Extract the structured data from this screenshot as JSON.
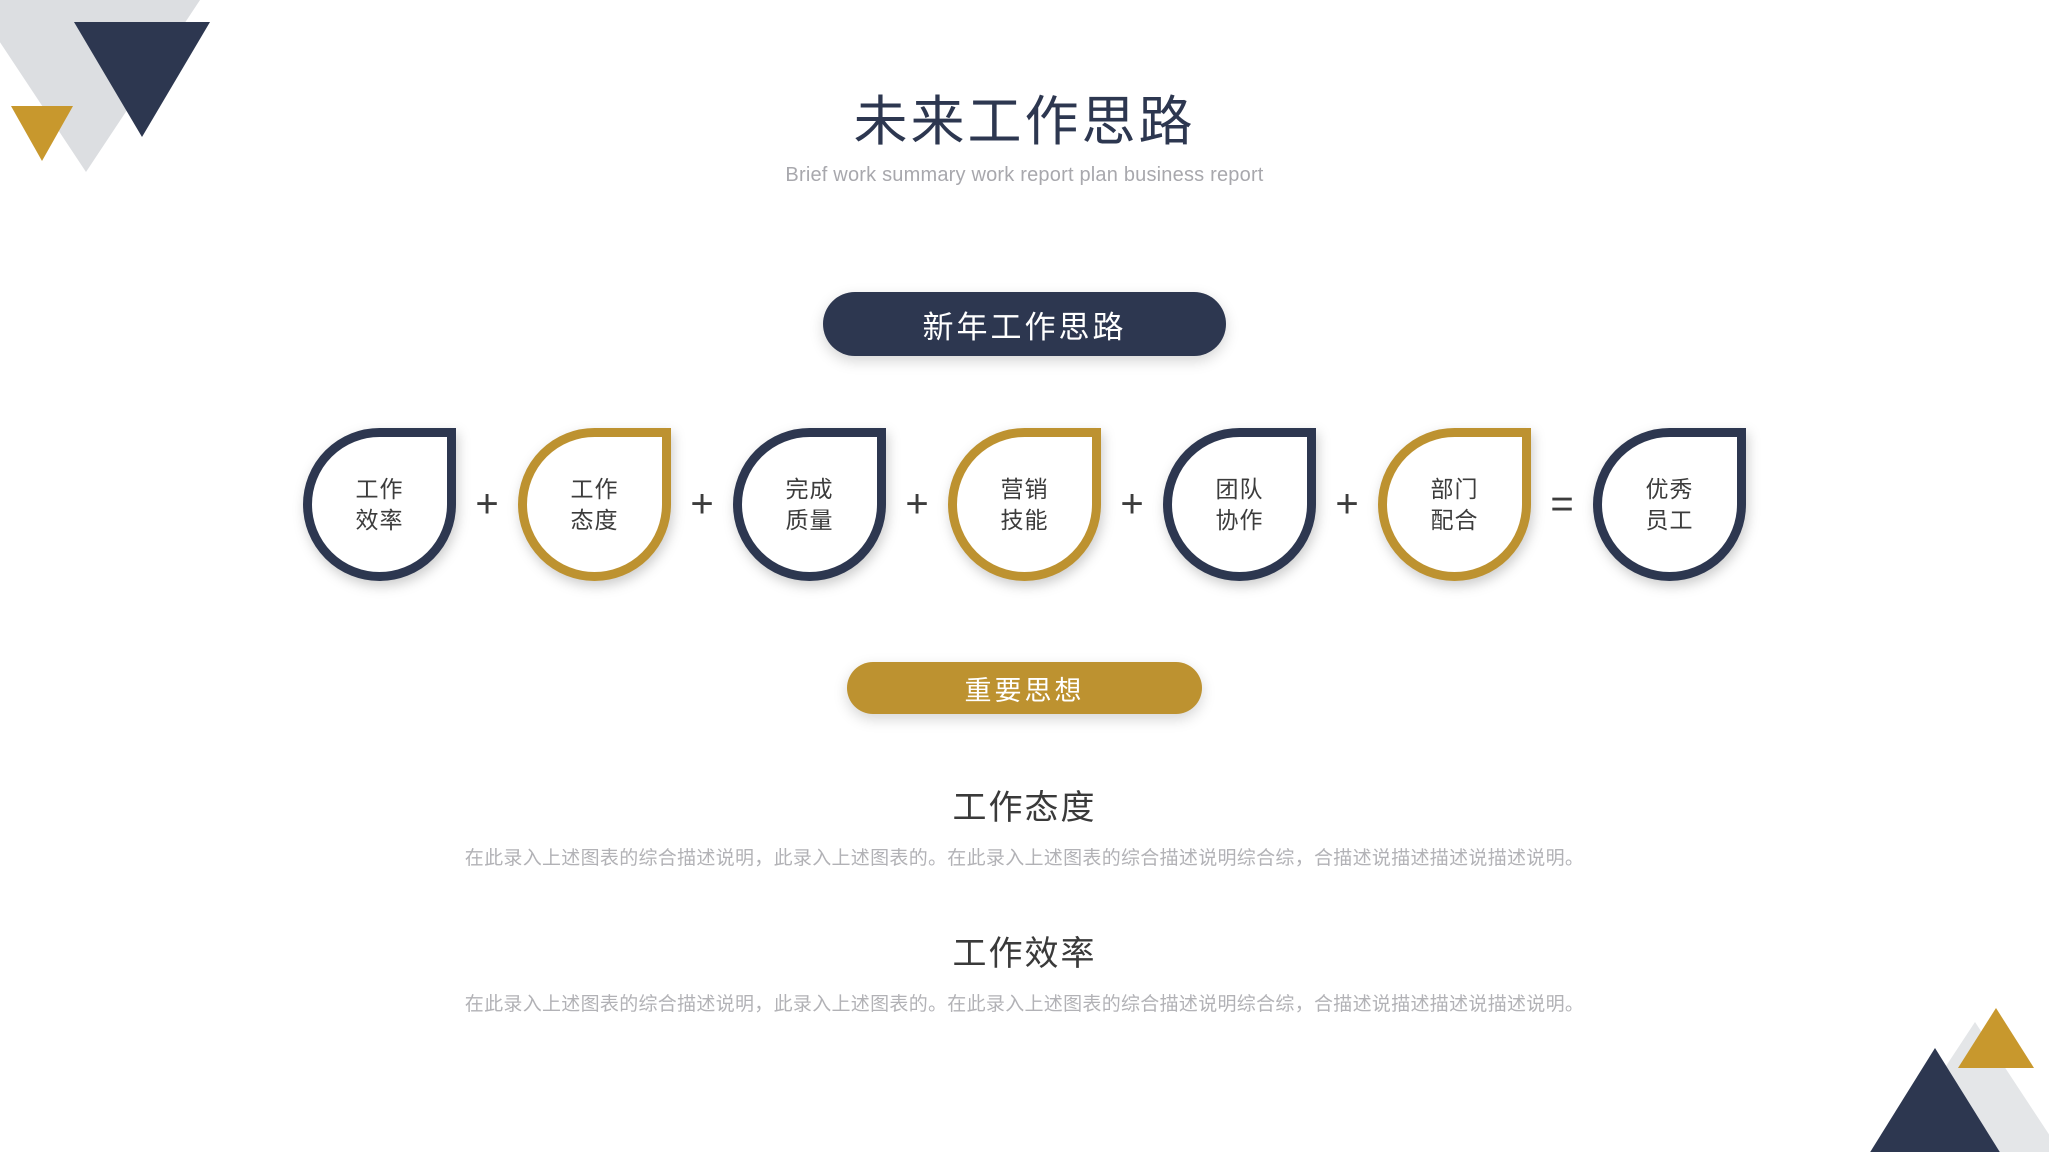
{
  "header": {
    "title": "未来工作思路",
    "subtitle": "Brief work summary work report plan business report"
  },
  "badges": {
    "top": "新年工作思路",
    "bottom": "重要思想"
  },
  "chain": {
    "items": [
      {
        "label": "工作\n效率",
        "color": "navy"
      },
      {
        "op": "+"
      },
      {
        "label": "工作\n态度",
        "color": "gold"
      },
      {
        "op": "+"
      },
      {
        "label": "完成\n质量",
        "color": "navy"
      },
      {
        "op": "+"
      },
      {
        "label": "营销\n技能",
        "color": "gold"
      },
      {
        "op": "+"
      },
      {
        "label": "团队\n协作",
        "color": "navy"
      },
      {
        "op": "+"
      },
      {
        "label": "部门\n配合",
        "color": "gold"
      },
      {
        "op": "="
      },
      {
        "label": "优秀\n员工",
        "color": "navy"
      }
    ],
    "drops": [
      {
        "label": "工作\n效率"
      },
      {
        "label": "工作\n态度"
      },
      {
        "label": "完成\n质量"
      },
      {
        "label": "营销\n技能"
      },
      {
        "label": "团队\n协作"
      },
      {
        "label": "部门\n配合"
      },
      {
        "label": "优秀\n员工"
      }
    ],
    "operators": [
      "+",
      "+",
      "+",
      "+",
      "+",
      "="
    ]
  },
  "sections": [
    {
      "heading": "工作态度",
      "body": "在此录入上述图表的综合描述说明，此录入上述图表的。在此录入上述图表的综合描述说明综合综，合描述说描述描述说描述说明。"
    },
    {
      "heading": "工作效率",
      "body": "在此录入上述图表的综合描述说明，此录入上述图表的。在此录入上述图表的综合描述说明综合综，合描述说描述描述说描述说明。"
    }
  ],
  "colors": {
    "navy": "#2d3750",
    "gold": "#bd9230",
    "gold_deco": "#c8982d",
    "gray_deco": "#dcdee1",
    "text_dark": "#3a3a3a",
    "text_muted": "#b2b2b6"
  },
  "decorations": {
    "top_left": [
      "gray-triangle-down",
      "navy-triangle-down",
      "gold-triangle-down"
    ],
    "bottom_right": [
      "gray-triangle-up",
      "navy-triangle-up",
      "gold-triangle-up"
    ]
  }
}
